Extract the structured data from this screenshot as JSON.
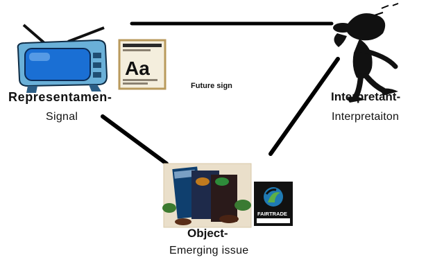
{
  "diagram": {
    "nodes": {
      "representamen": {
        "title": "Representamen-",
        "subtitle": "Signal",
        "icon": "tv-icon"
      },
      "interpretant": {
        "title": "Interpretant-",
        "subtitle": "Interpretaiton",
        "icon": "thinking-figure-icon"
      },
      "object": {
        "title": "Object-",
        "subtitle": "Emerging issue",
        "icon": "chocolate-product-photo"
      }
    },
    "dictionary_icon_text": "Aa",
    "fairtrade_label": "FAIRTRADE",
    "edge_label": "Future sign",
    "colors": {
      "line": "#000000",
      "tv_screen": "#1a6fd4",
      "tv_body": "#6ab0d8"
    }
  }
}
